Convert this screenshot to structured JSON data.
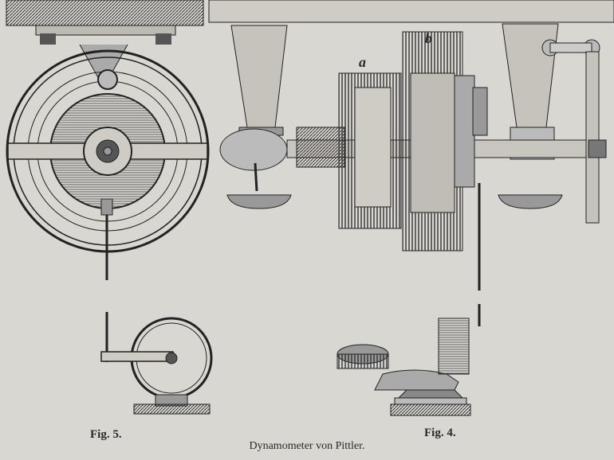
{
  "figures": {
    "fig5_label": "Fig. 5.",
    "fig4_label": "Fig. 4.",
    "caption": "Dynamometer von Pittler.",
    "part_a": "a",
    "part_b": "b"
  },
  "colors": {
    "paper": "#d9d7d1",
    "ink": "#2a2a2a"
  }
}
